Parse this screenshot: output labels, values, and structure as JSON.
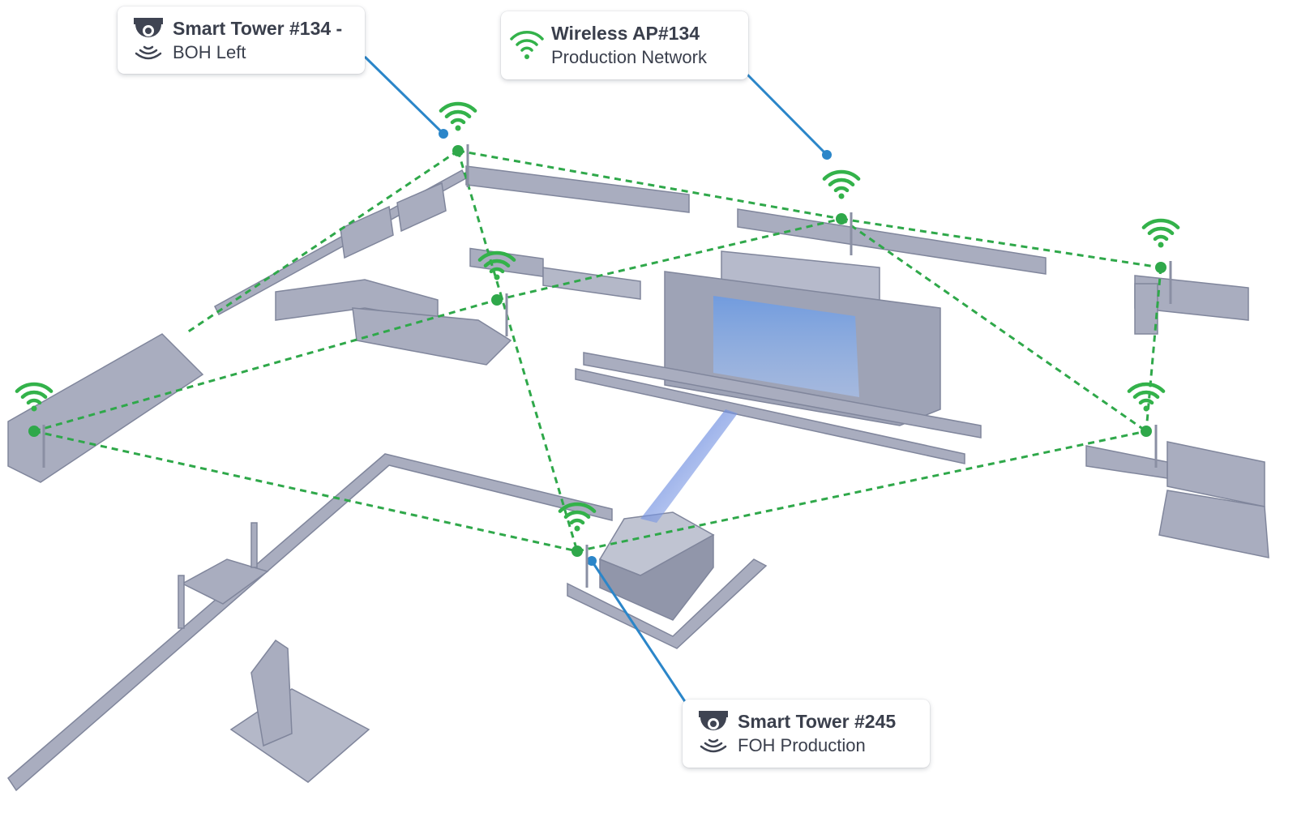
{
  "callouts": {
    "tower_134": {
      "title": "Smart Tower #134 -",
      "subtitle": "BOH Left",
      "icon": "camera-tower-icon"
    },
    "ap_134": {
      "title": "Wireless AP#134",
      "subtitle": "Production Network",
      "icon": "wifi-icon"
    },
    "tower_245": {
      "title": "Smart Tower #245",
      "subtitle": "FOH Production",
      "icon": "camera-tower-icon"
    }
  },
  "colors": {
    "network_link": "#2fa84a",
    "leader_line": "#2b86c9",
    "wifi_signal": "#33b24a",
    "structure": "#a9adbf",
    "structure_dark": "#80869c",
    "stage_glow": "#6f9be0",
    "icon_dark": "#3f4452"
  }
}
